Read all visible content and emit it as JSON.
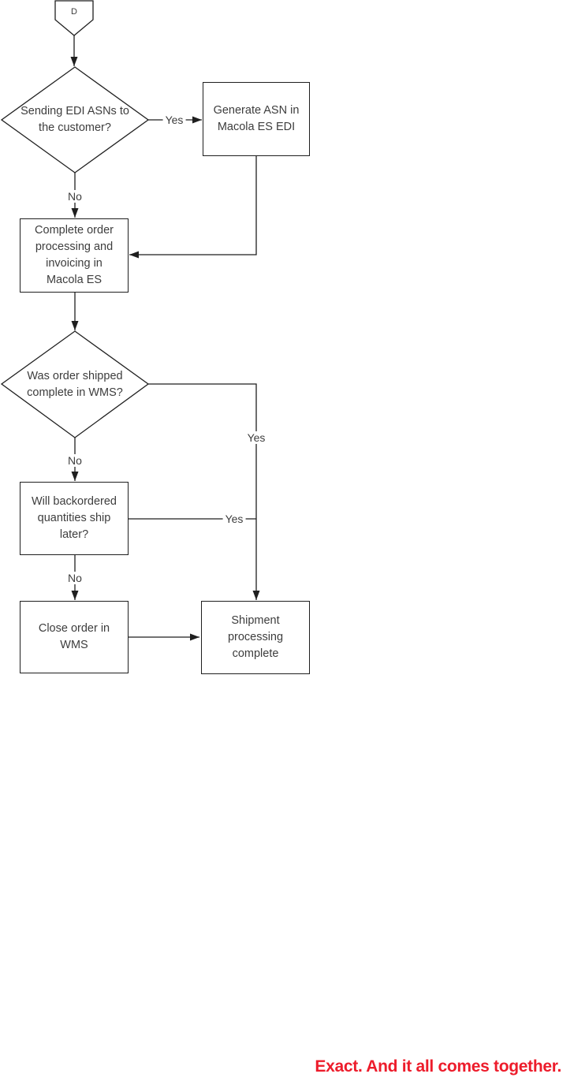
{
  "colors": {
    "line": "#1f1f1f",
    "node_text": "#3d3d3d",
    "node_fill": "#ffffff",
    "accent_red": "#ed1c2b",
    "background": "#ffffff"
  },
  "footer": {
    "tagline": "Exact. And it all comes together."
  },
  "flowchart": {
    "connector": {
      "id": "off-page-connector-d",
      "type": "off-page-connector",
      "label": "D"
    },
    "nodes": [
      {
        "id": "decision-sending-edi-asns",
        "type": "decision",
        "label": "Sending EDI ASNs to the customer?"
      },
      {
        "id": "process-generate-asn",
        "type": "process",
        "label": "Generate ASN in Macola ES EDI"
      },
      {
        "id": "process-complete-order",
        "type": "process",
        "label": "Complete order processing and invoicing in Macola ES"
      },
      {
        "id": "decision-order-shipped-complete",
        "type": "decision",
        "label": "Was order shipped complete in WMS?"
      },
      {
        "id": "process-backordered-quantities",
        "type": "process",
        "label": "Will backordered quantities ship later?"
      },
      {
        "id": "process-close-order",
        "type": "process",
        "label": "Close order in WMS"
      },
      {
        "id": "process-shipment-complete",
        "type": "process",
        "label": "Shipment processing complete"
      }
    ],
    "edges": [
      {
        "from": "off-page-connector-d",
        "to": "decision-sending-edi-asns",
        "label": ""
      },
      {
        "from": "decision-sending-edi-asns",
        "to": "process-generate-asn",
        "label": "Yes"
      },
      {
        "from": "decision-sending-edi-asns",
        "to": "process-complete-order",
        "label": "No"
      },
      {
        "from": "process-generate-asn",
        "to": "process-complete-order",
        "label": ""
      },
      {
        "from": "process-complete-order",
        "to": "decision-order-shipped-complete",
        "label": ""
      },
      {
        "from": "decision-order-shipped-complete",
        "to": "process-shipment-complete",
        "label": "Yes"
      },
      {
        "from": "decision-order-shipped-complete",
        "to": "process-backordered-quantities",
        "label": "No"
      },
      {
        "from": "process-backordered-quantities",
        "to": "process-shipment-complete",
        "label": "Yes"
      },
      {
        "from": "process-backordered-quantities",
        "to": "process-close-order",
        "label": "No"
      },
      {
        "from": "process-close-order",
        "to": "process-shipment-complete",
        "label": ""
      }
    ]
  }
}
